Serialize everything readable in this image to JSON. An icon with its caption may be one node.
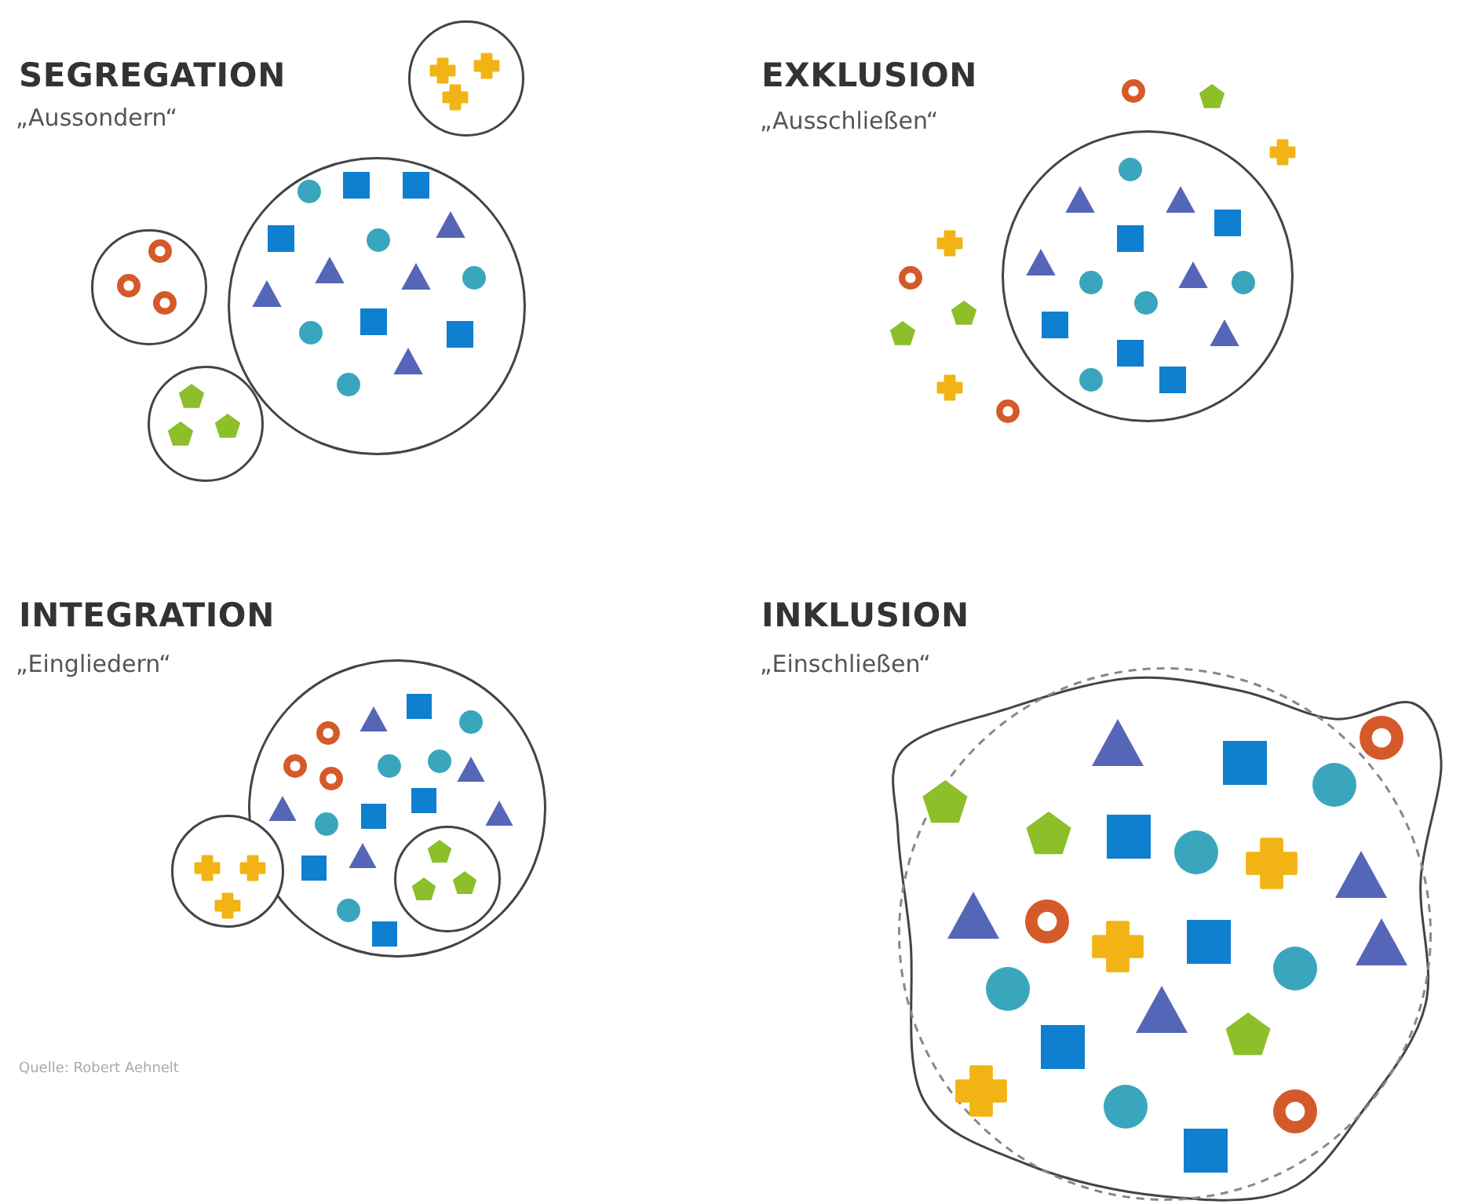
{
  "diagram": {
    "nodes": [
      {
        "text": [],
        "shape": "circle"
      },
      {
        "text": [],
        "shape": "circle"
      },
      {
        "text": [],
        "shape": "circle"
      },
      {
        "text": [],
        "shape": "circle"
      },
      {
        "text": [],
        "shape": "circle"
      },
      {
        "text": [],
        "shape": "circle"
      },
      {
        "text": [],
        "shape": "circle"
      },
      {
        "text": [],
        "shape": "circle",
        "in": 5
      },
      {
        "text": [],
        "shape": "cloud"
      },
      {
        "text": [],
        "shape": "circle",
        "in": 8
      }
    ],
    "edges": [],
    "labels": [
      "SEGREGATION",
      "„Aussondern“",
      "EXKLUSION",
      "„Ausschließen“",
      "INTEGRATION",
      "„Eingliedern“",
      "INKLUSION",
      "„Einschließen“",
      "Quelle: Robert Aehnelt"
    ]
  }
}
